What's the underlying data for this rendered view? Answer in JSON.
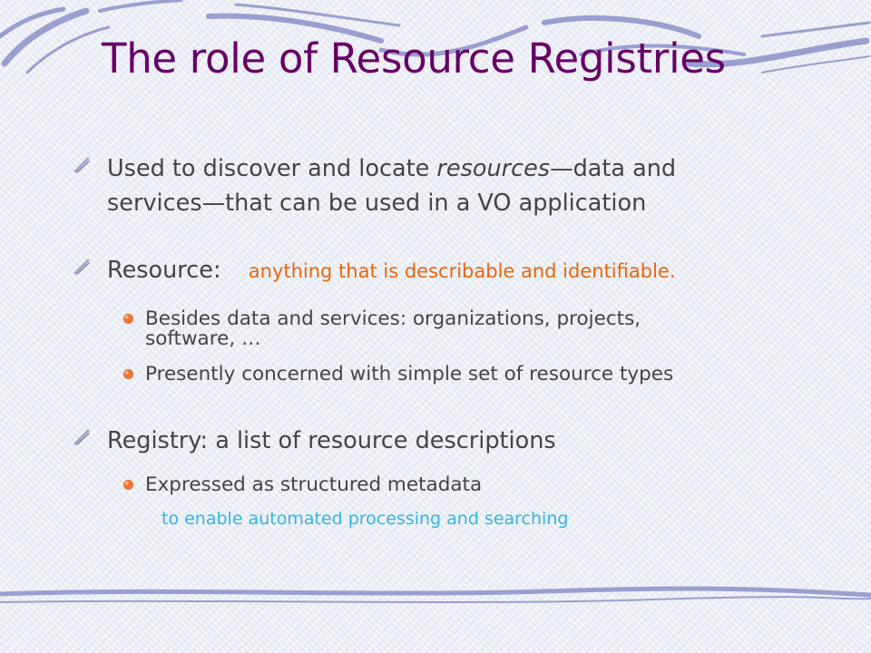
{
  "title": "The role of Resource Registries",
  "bullets": [
    {
      "line1_a": "Used to discover and locate ",
      "line1_em": "resources",
      "line1_b": "—data and",
      "line2": "services—that can be used in a VO application"
    },
    {
      "label": "Resource:",
      "definition": "anything that is describable and identifiable.",
      "subs": [
        {
          "line1": "Besides data and services:  organizations, projects,",
          "line2": "software, …"
        },
        {
          "line1": "Presently concerned with simple set of resource types"
        }
      ]
    },
    {
      "label": "Registry: a list of resource descriptions",
      "subs": [
        {
          "line1": "Expressed as structured metadata"
        }
      ],
      "note": "to enable automated processing and searching"
    }
  ],
  "colors": {
    "title": "#660066",
    "body_text": "#444444",
    "definition": "#e8650a",
    "note": "#2fb7e5",
    "decoration": "#8b91c9"
  },
  "icons": {
    "level1_bullet": "brush-stroke-icon",
    "level2_bullet": "orange-dot-icon"
  }
}
